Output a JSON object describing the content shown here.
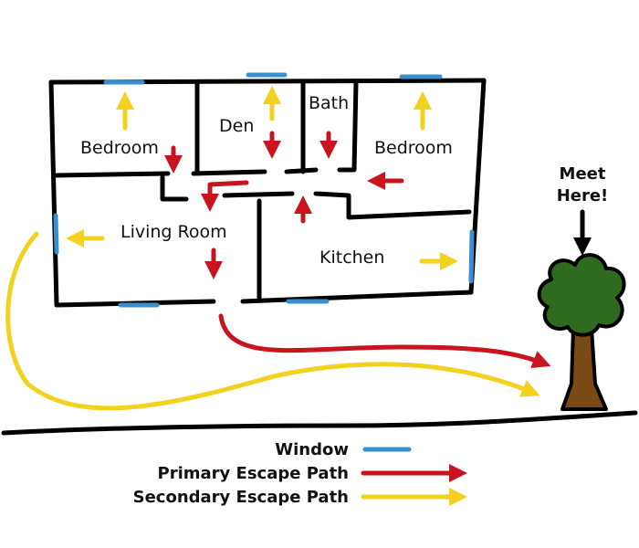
{
  "rooms": {
    "bedroom_left": "Bedroom",
    "den": "Den",
    "bath": "Bath",
    "bedroom_right": "Bedroom",
    "living_room": "Living Room",
    "kitchen": "Kitchen"
  },
  "meet": {
    "line1": "Meet",
    "line2": "Here!"
  },
  "legend": {
    "window": "Window",
    "primary": "Primary Escape Path",
    "secondary": "Secondary Escape Path"
  },
  "colors": {
    "window": "#3a8fd0",
    "primary": "#c8141e",
    "secondary": "#f2d21e",
    "tree_foliage": "#2e6b1e",
    "tree_trunk": "#7a4a14",
    "wall": "#000000"
  }
}
